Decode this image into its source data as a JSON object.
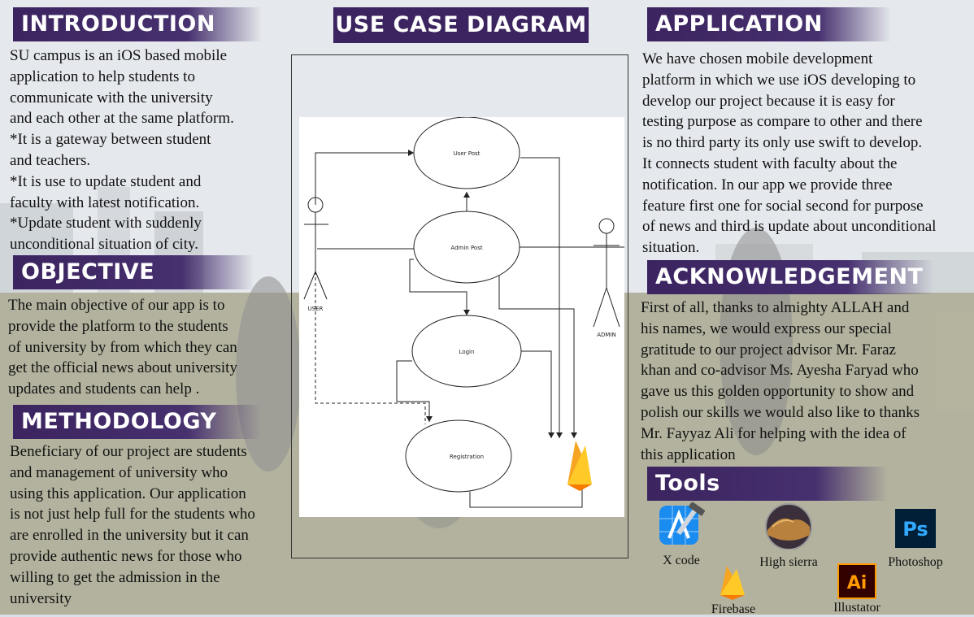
{
  "sections": {
    "introduction": {
      "title": "INTRODUCTION",
      "body": "SU campus is an iOS based mobile\napplication to help students to\ncommunicate with the university\nand each other at the same platform.\n*It is a gateway between student\nand teachers.\n*It is use to update student and\nfaculty with latest notification.\n*Update student with suddenly\nunconditional situation of city."
    },
    "objective": {
      "title": "OBJECTIVE",
      "body": "The main objective of our app is to\nprovide the platform to the students\nof university by from which they can\nget the official news about university\nupdates and students can help ."
    },
    "methodology": {
      "title": "METHODOLOGY",
      "body": "Beneficiary of our project are students\nand management of university who\nusing this application. Our application\nis not just help full for the students who\nare enrolled in the university but it can\nprovide authentic news for those who\nwilling to get the admission in the\nuniversity"
    },
    "use_case": {
      "title": "USE CASE DIAGRAM",
      "actors": {
        "user": "USER",
        "admin": "ADMIN"
      },
      "use_cases": {
        "user_post": "User Post",
        "admin_post": "Admin Post",
        "login": "Login",
        "registration": "Registration"
      }
    },
    "application": {
      "title": "APPLICATION",
      "body": "We have chosen mobile development\nplatform in which we use iOS developing to\ndevelop our project because it is easy for\ntesting purpose as compare to other and there\nis no third party its only use swift to develop.\nIt connects student with faculty  about  the\nnotification. In our  app we  provide  three\nfeature first one for social second for purpose\nof news and third is update about unconditional\nsituation."
    },
    "acknowledgement": {
      "title": "ACKNOWLEDGEMENT",
      "body": "First of all, thanks to almighty ALLAH and\nhis names, we would express our special\ngratitude to our project advisor Mr. Faraz\nkhan and co-advisor Ms. Ayesha Faryad who\ngave us this golden opportunity to show and\npolish our skills we would also like to thanks\nMr. Fayyaz Ali for helping with the idea of\nthis application"
    },
    "tools": {
      "title": "Tools",
      "items": [
        {
          "label": "X code",
          "icon": "xcode-icon"
        },
        {
          "label": "High sierra",
          "icon": "high-sierra-icon"
        },
        {
          "label": "Photoshop",
          "icon": "photoshop-icon"
        },
        {
          "label": "Firebase",
          "icon": "firebase-icon"
        },
        {
          "label": "Illustator",
          "icon": "illustrator-icon"
        }
      ]
    }
  },
  "colors": {
    "header_bg": "#3b245f",
    "firebase_orange": "#f6a623",
    "ps_blue": "#31a8ff",
    "ai_orange": "#ff9a00"
  }
}
